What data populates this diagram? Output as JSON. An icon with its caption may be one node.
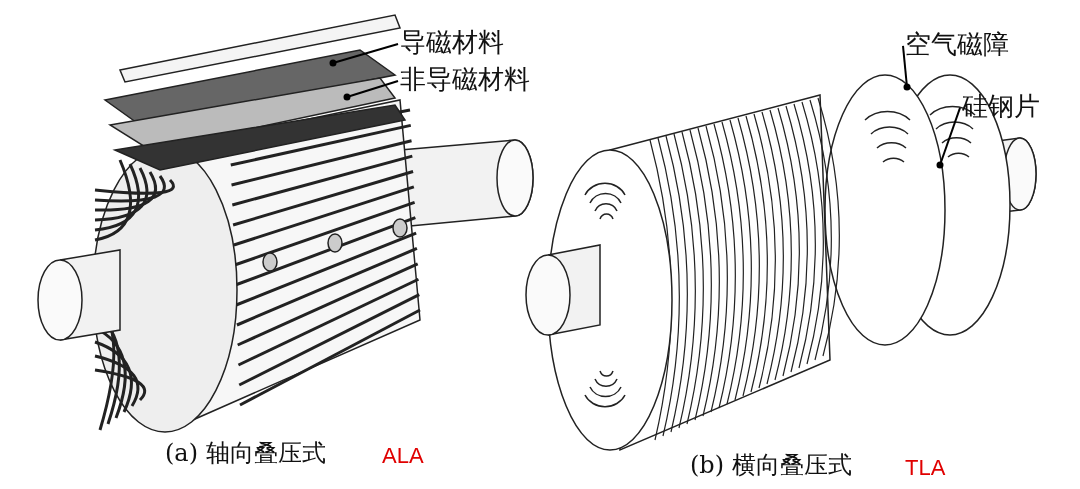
{
  "diagram": {
    "nodes": [
      {
        "text": [
          "导磁材料"
        ]
      },
      {
        "text": [
          "非导磁材料"
        ]
      },
      {
        "text": [
          "空气磁障"
        ]
      },
      {
        "text": [
          "硅钢片"
        ]
      }
    ],
    "edges": [
      {
        "from": 0,
        "to": null,
        "arrow": "other"
      },
      {
        "from": 1,
        "to": null,
        "arrow": "other"
      },
      {
        "from": 2,
        "to": null,
        "arrow": "other"
      },
      {
        "from": 3,
        "to": null,
        "arrow": "other"
      }
    ],
    "labels": [
      "(a) 轴向叠压式",
      "ALA",
      "(b) 横向叠压式",
      "TLA"
    ]
  }
}
